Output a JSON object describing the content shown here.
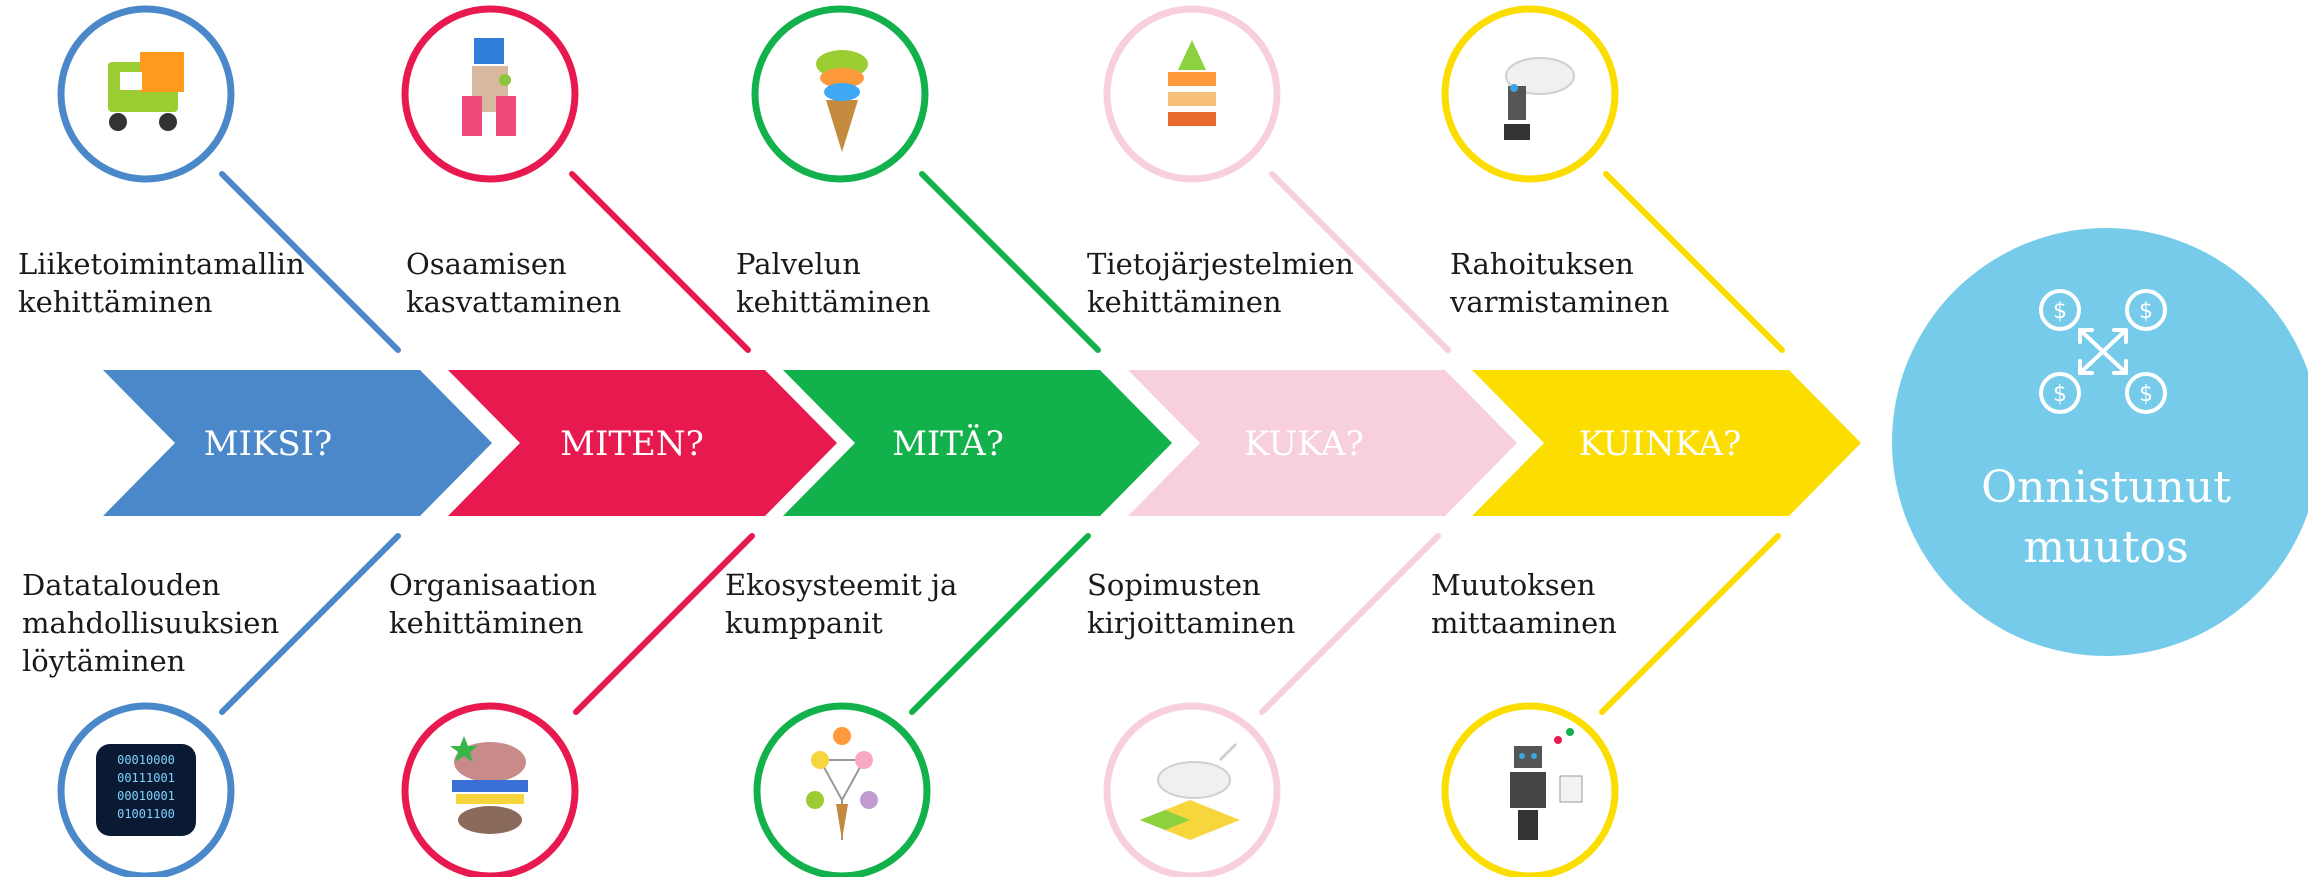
{
  "colors": {
    "blue": "#4a88c9",
    "red": "#e8194f",
    "green": "#12b14b",
    "pink": "#f8d0dc",
    "yellow": "#fbdd00",
    "goal": "#75cbe9"
  },
  "chevrons": [
    {
      "label": "MIKSI?",
      "color": "#4a88c9"
    },
    {
      "label": "MITEN?",
      "color": "#e8194f"
    },
    {
      "label": "MITÄ?",
      "color": "#12b14b"
    },
    {
      "label": "KUKA?",
      "color": "#f8d0dc"
    },
    {
      "label": "KUINKA?",
      "color": "#fbdd00"
    }
  ],
  "top_labels": [
    "Liiketoimintamallin\nkehittäminen",
    "Osaamisen\nkasvattaminen",
    "Palvelun\nkehittäminen",
    "Tietojärjestelmien\nkehittäminen",
    "Rahoituksen\nvarmistaminen"
  ],
  "bottom_labels": [
    "Datatalouden\nmahdollisuuksien\nlöytäminen",
    "Organisaation\nkehittäminen",
    "Ekosysteemit ja\nkumppanit",
    "Sopimusten\nkirjoittaminen",
    "Muutoksen\nmittaaminen"
  ],
  "top_icons": [
    "food-truck-icon",
    "person-with-bucket-icon",
    "rainbow-ice-cream-icon",
    "layered-cake-icon",
    "unicorn-robot-icon"
  ],
  "bottom_icons": [
    "binary-data-icon",
    "brain-burger-icon",
    "network-ice-cream-icon",
    "unicorn-grid-icon",
    "robot-icon"
  ],
  "goal": {
    "line1": "Onnistunut",
    "line2": "muutos",
    "icon": "money-arrows-icon"
  }
}
